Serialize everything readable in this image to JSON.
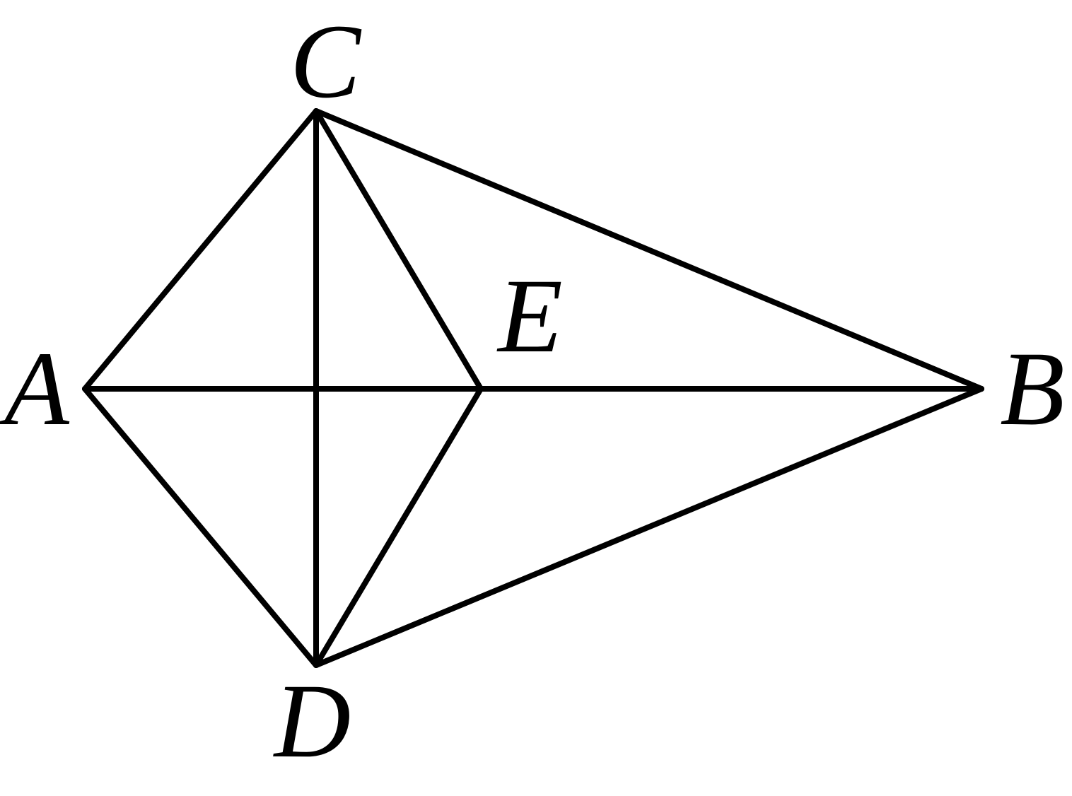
{
  "diagram": {
    "stroke_color": "#000000",
    "background": "#ffffff",
    "points": [
      {
        "id": "A",
        "label": "A"
      },
      {
        "id": "B",
        "label": "B"
      },
      {
        "id": "C",
        "label": "C"
      },
      {
        "id": "D",
        "label": "D"
      },
      {
        "id": "E",
        "label": "E"
      }
    ],
    "segments": [
      [
        "A",
        "C"
      ],
      [
        "A",
        "D"
      ],
      [
        "A",
        "B"
      ],
      [
        "C",
        "B"
      ],
      [
        "D",
        "B"
      ],
      [
        "C",
        "D"
      ],
      [
        "C",
        "E"
      ],
      [
        "D",
        "E"
      ]
    ]
  }
}
